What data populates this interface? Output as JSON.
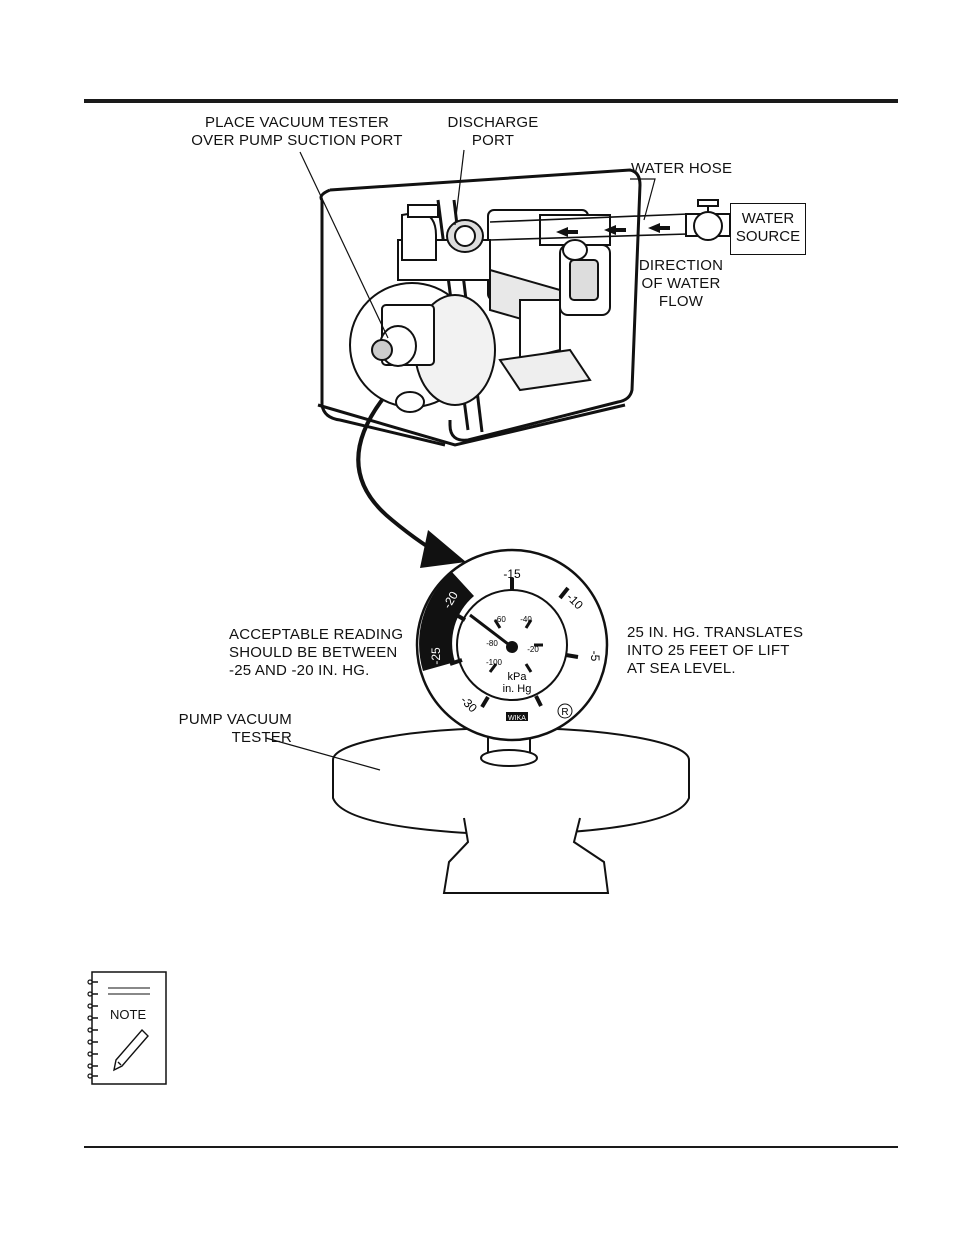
{
  "labels": {
    "vacuum_tester_line1": "PLACE VACUUM TESTER",
    "vacuum_tester_line2": "OVER PUMP SUCTION PORT",
    "discharge_line1": "DISCHARGE",
    "discharge_line2": "PORT",
    "water_hose": "WATER HOSE",
    "water_source_line1": "WATER",
    "water_source_line2": "SOURCE",
    "direction_line1": "DIRECTION",
    "direction_line2": "OF WATER",
    "direction_line3": "FLOW",
    "acceptable_line1": "ACCEPTABLE READING",
    "acceptable_line2": "SHOULD BE BETWEEN",
    "acceptable_line3": "-25 AND -20 IN. HG.",
    "lift_line1": "25 IN. HG. TRANSLATES",
    "lift_line2": "INTO 25 FEET OF LIFT",
    "lift_line3": "AT SEA LEVEL.",
    "tester_line1": "PUMP VACUUM",
    "tester_line2": "TESTER"
  },
  "gauge": {
    "outer_scale": [
      "-30",
      "-25",
      "-20",
      "-15",
      "-10",
      "-5"
    ],
    "inner_scale": [
      "-100",
      "-80",
      "-60",
      "-40",
      "-20"
    ],
    "unit_kpa": "kPa",
    "unit_inhg": "in. Hg",
    "brand": "WIKA",
    "registered": "R"
  },
  "note": {
    "label": "NOTE"
  },
  "icons": [
    "water-source-box",
    "note-notebook-icon",
    "pencil-icon",
    "flow-arrow-icon"
  ]
}
